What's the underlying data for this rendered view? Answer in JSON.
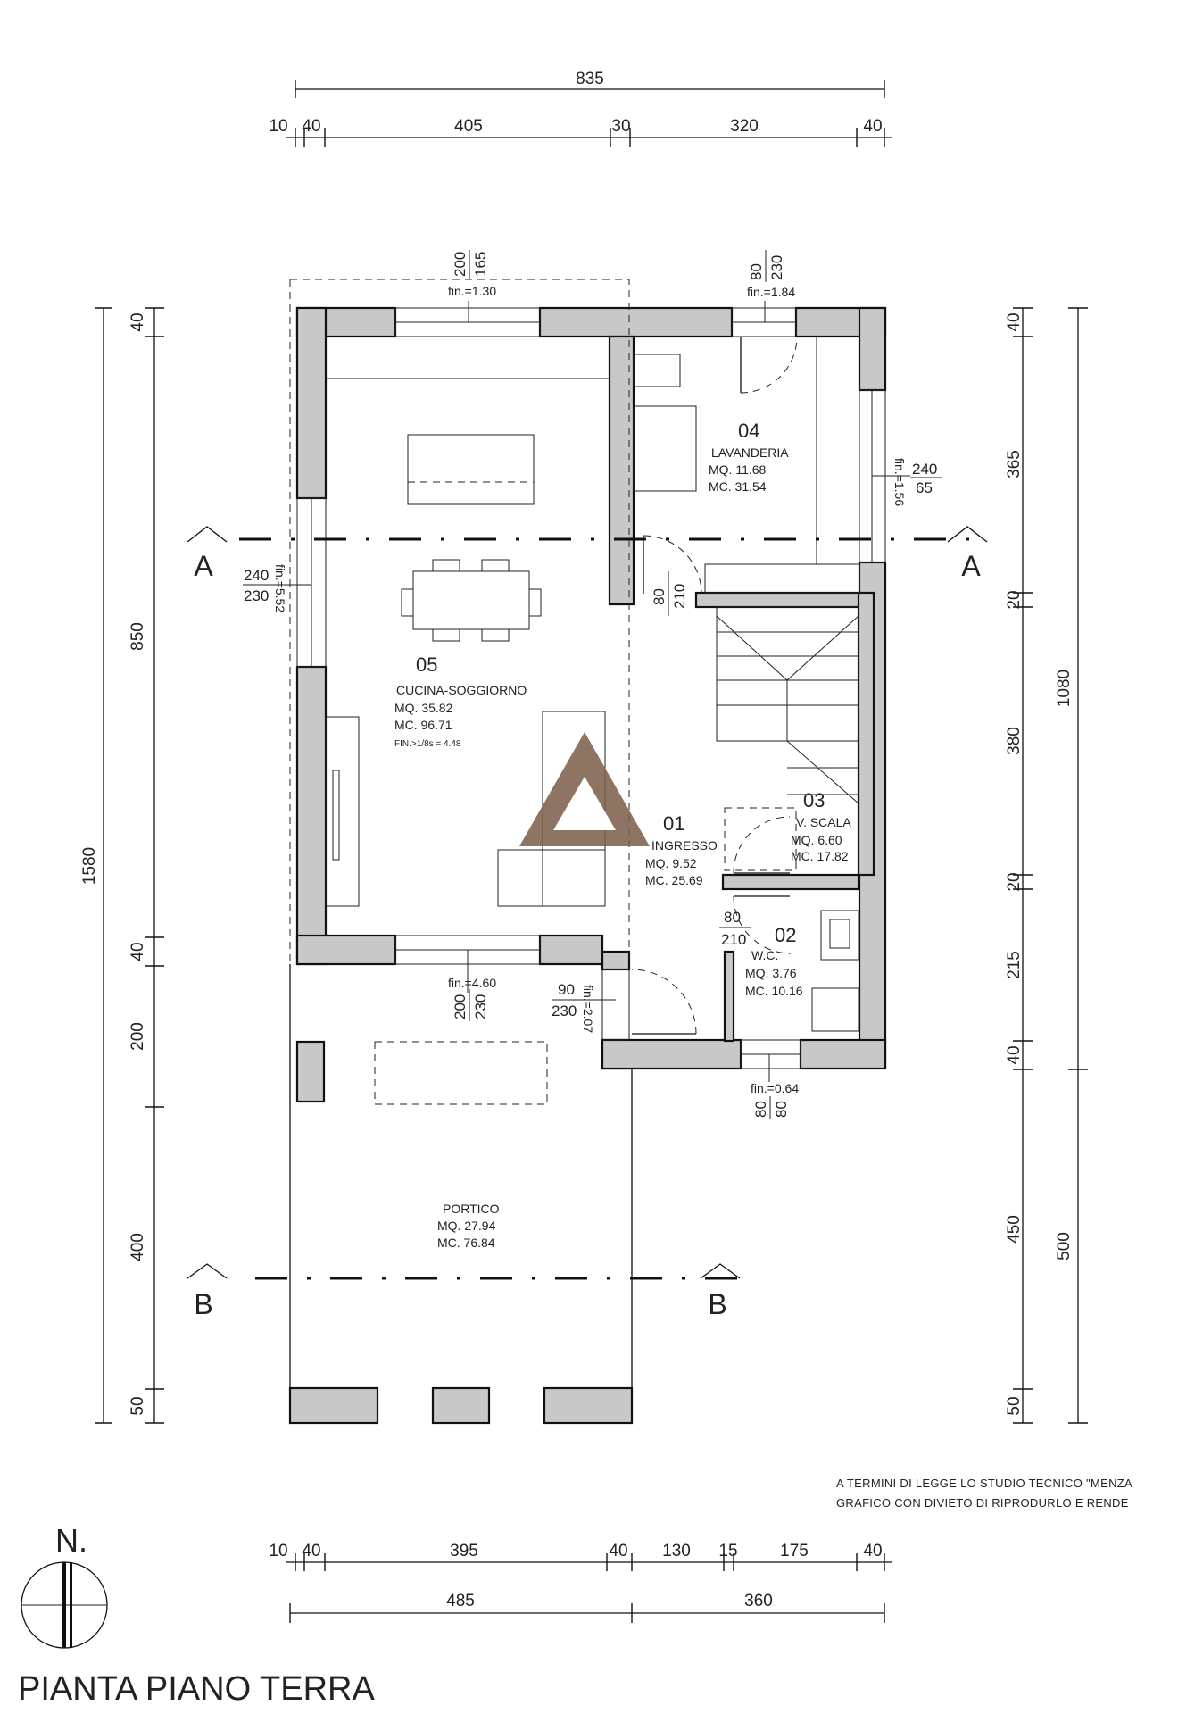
{
  "top_dims": {
    "overall": "835",
    "segments": [
      "10",
      "40",
      "405",
      "30",
      "320",
      "40"
    ]
  },
  "bottom_dims": {
    "segments": [
      "10",
      "40",
      "395",
      "40",
      "130",
      "15",
      "175",
      "40"
    ],
    "overall": [
      "485",
      "360"
    ]
  },
  "left_dims": {
    "outer": "1580",
    "inner": [
      "40",
      "850",
      "40",
      "200",
      "400",
      "50"
    ]
  },
  "right_dims": {
    "inner": [
      "40",
      "365",
      "20",
      "380",
      "20",
      "215",
      "40",
      "450",
      "50"
    ],
    "outer": [
      "1080",
      "500"
    ]
  },
  "rooms": {
    "r05": {
      "number": "05",
      "name": "CUCINA-SOGGIORNO",
      "area": "MQ. 35.82",
      "volume": "MC. 96.71",
      "ratio": "FIN.>1/8s = 4.48"
    },
    "r04": {
      "number": "04",
      "name": "LAVANDERIA",
      "area": "MQ. 11.68",
      "volume": "MC. 31.54"
    },
    "r03": {
      "number": "03",
      "name": "V. SCALA",
      "area": "MQ. 6.60",
      "volume": "MC. 17.82"
    },
    "r01": {
      "number": "01",
      "name": "INGRESSO",
      "area": "MQ. 9.52",
      "volume": "MC. 25.69"
    },
    "r02": {
      "number": "02",
      "name": "W.C.",
      "area": "MQ. 3.76",
      "volume": "MC. 10.16"
    },
    "portico": {
      "name": "PORTICO",
      "area": "MQ. 27.94",
      "volume": "MC. 76.84"
    }
  },
  "openings": {
    "w_top_kitchen": {
      "w": "200",
      "h": "165",
      "fin": "fin.=1.30"
    },
    "w_top_laundry": {
      "w": "80",
      "h": "230",
      "fin": "fin.=1.84"
    },
    "w_right_laundry": {
      "w": "240",
      "h": "65",
      "fin": "fin.=1.56"
    },
    "w_left_kitchen": {
      "w": "240",
      "h": "230",
      "fin": "fin.=5.52"
    },
    "d_laundry": {
      "w": "80",
      "h": "210"
    },
    "d_wc": {
      "w": "80",
      "h": "210"
    },
    "w_bottom_kitchen": {
      "fin": "fin.=4.60",
      "w": "200",
      "h": "230"
    },
    "d_entry": {
      "w": "90",
      "h": "230",
      "fin": "fin.=2.07"
    },
    "w_wc": {
      "fin": "fin.=0.64",
      "w": "80",
      "h": "80"
    }
  },
  "sections": {
    "a": "A",
    "b": "B"
  },
  "north": "N.",
  "notice": [
    "A TERMINI DI LEGGE LO STUDIO TECNICO \"MENZA",
    "GRAFICO CON DIVIETO DI RIPRODURLO E RENDE"
  ],
  "title": "PIANTA PIANO TERRA",
  "colors": {
    "wall_fill": "#c8c8c8",
    "line": "#111111",
    "watermark": "#7a5c48"
  }
}
